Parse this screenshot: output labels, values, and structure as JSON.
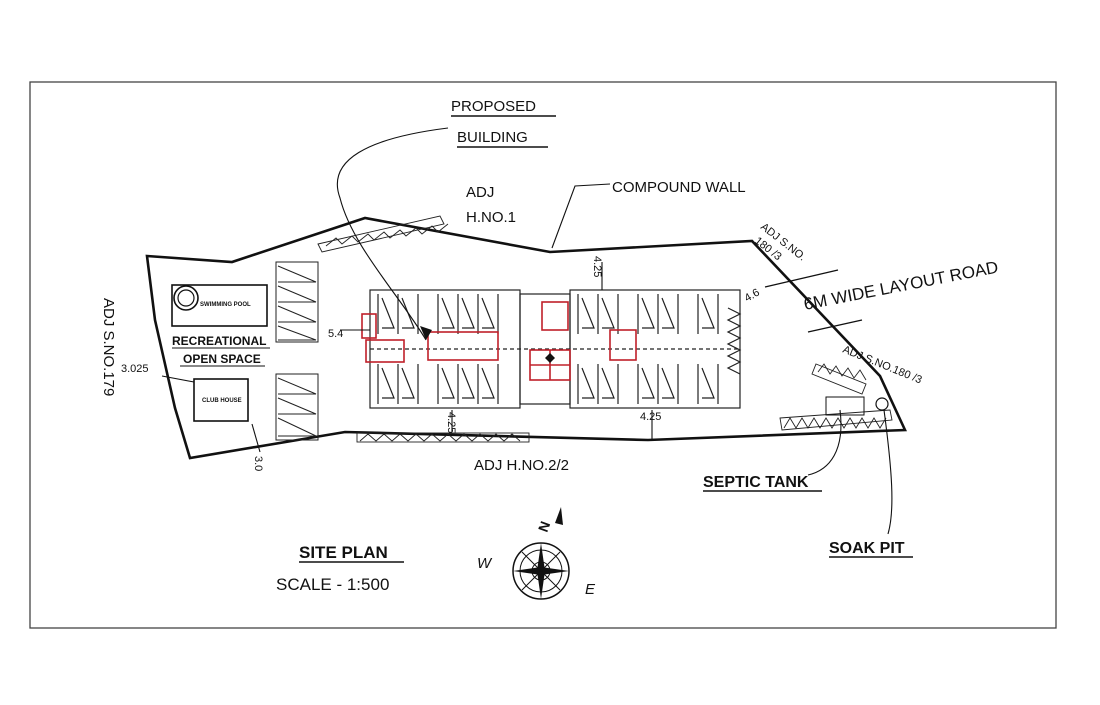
{
  "labels": {
    "proposed_building_1": "PROPOSED",
    "proposed_building_2": "BUILDING",
    "adj_hno1_1": "ADJ",
    "adj_hno1_2": "H.NO.1",
    "compound_wall": "COMPOUND WALL",
    "adj_sno180_top_1": "ADJ S.NO.",
    "adj_sno180_top_2": "180 /3",
    "road": "6M WIDE LAYOUT ROAD",
    "adj_sno180_right": "ADJ S.NO.180 /3",
    "adj_sno179": "ADJ S.NO.179",
    "swimming_pool": "SWIMMING POOL",
    "recreational_1": "RECREATIONAL",
    "recreational_2": "OPEN SPACE",
    "club_house": "CLUB HOUSE",
    "adj_hno22": "ADJ H.NO.2/2",
    "septic_tank": "SEPTIC TANK",
    "soak_pit": "SOAK PIT",
    "site_plan": "SITE PLAN",
    "scale": "SCALE - 1:500"
  },
  "dimensions": {
    "d_54": "5.4",
    "d_425_top": "4.25",
    "d_46": "4.6",
    "d_3025": "3.025",
    "d_30": "3.0",
    "d_425_bl": "4.25",
    "d_425_br": "4.25"
  },
  "compass": {
    "n": "N",
    "e": "E",
    "w": "W"
  },
  "colors": {
    "line": "#111111",
    "red": "#c0202a",
    "paper": "#ffffff"
  }
}
